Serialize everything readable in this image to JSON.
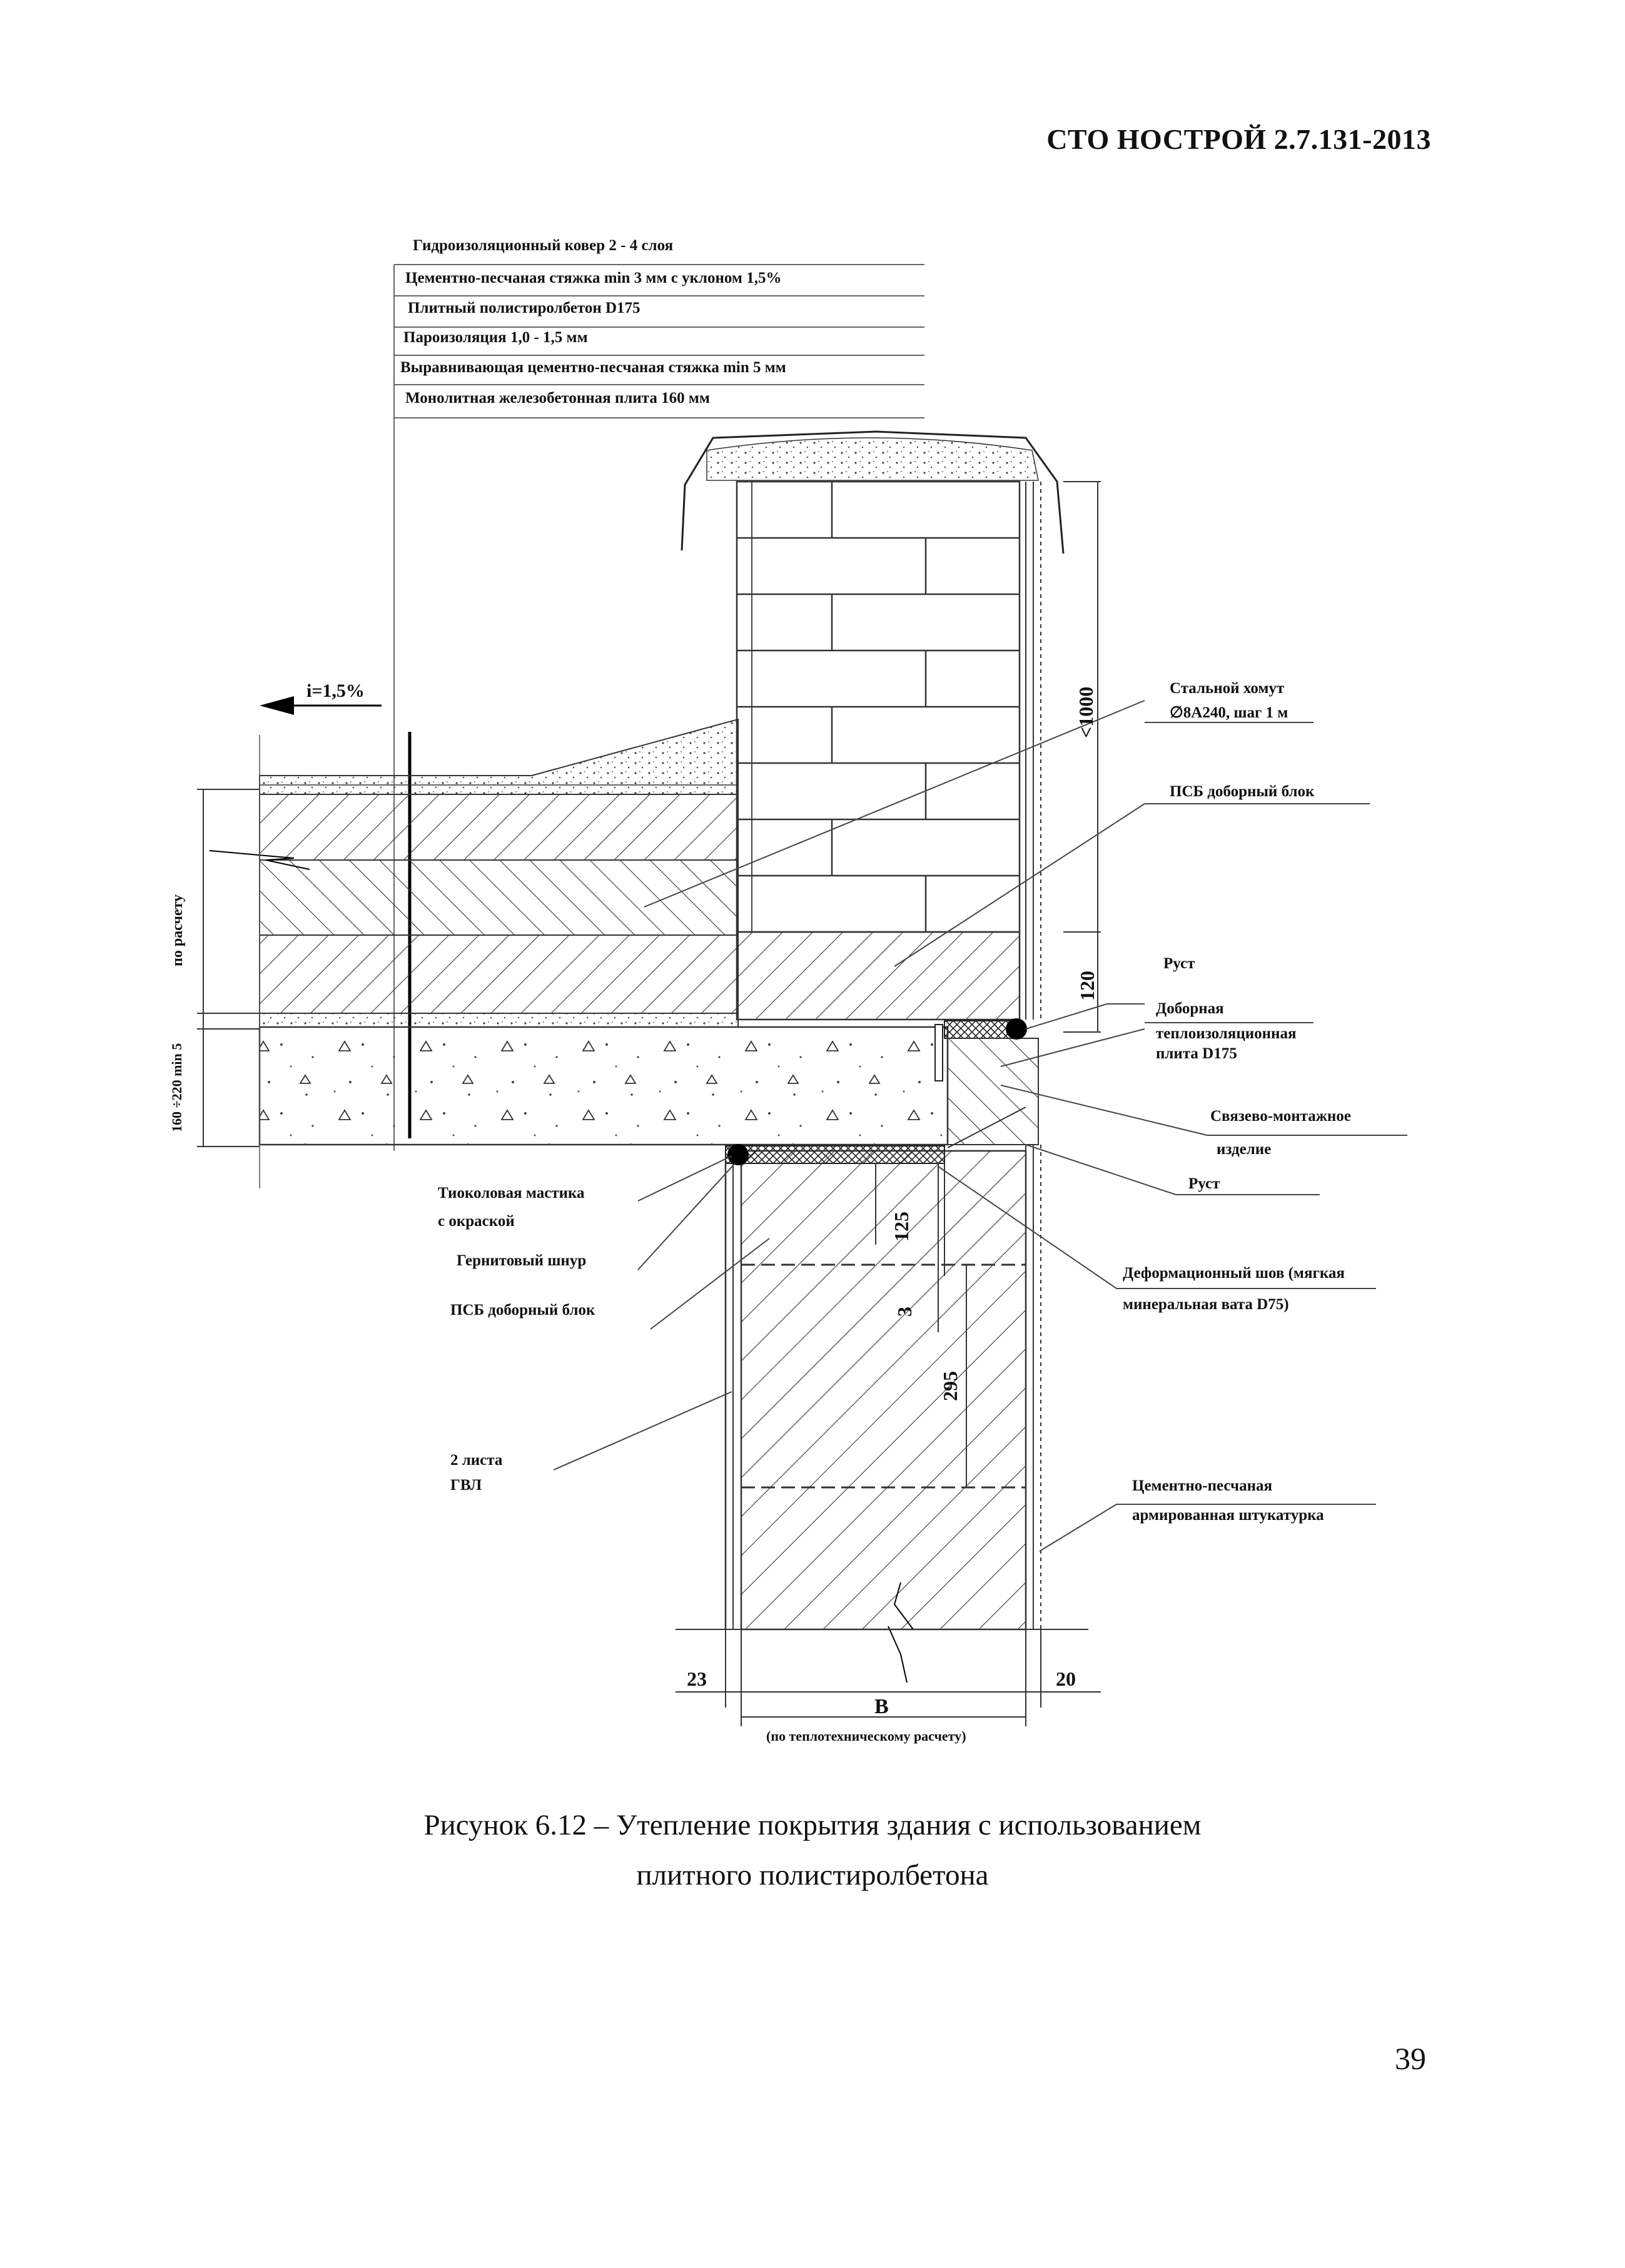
{
  "header": {
    "doc_code": "СТО НОСТРОЙ 2.7.131-2013"
  },
  "layers": [
    "Гидроизоляционный ковер 2 - 4 слоя",
    "Цементно-песчаная стяжка min 3 мм с уклоном 1,5%",
    "Плитный полистиролбетон D175",
    "Пароизоляция 1,0 - 1,5 мм",
    "Выравнивающая цементно-песчаная стяжка min 5 мм",
    "Монолитная железобетонная плита 160 мм"
  ],
  "slope": "i=1,5%",
  "callouts": {
    "steel_clamp_1": "Стальной хомут",
    "steel_clamp_2": "∅8А240, шаг 1 м",
    "psb_block_right": "ПСБ доборный блок",
    "rust_top": "Руст",
    "extra_insul_1": "Доборная",
    "extra_insul_2": "теплоизоляционная",
    "extra_insul_3": "плита D175",
    "connector_1": "Связево-монтажное",
    "connector_2": "изделие",
    "rust_bottom": "Руст",
    "thiokol_1": "Тиоколовая мастика",
    "thiokol_2": "с окраской",
    "gernite": "Гернитовый шнур",
    "psb_block_left": "ПСБ доборный блок",
    "deform_1": "Деформационный шов (мягкая",
    "deform_2": "минеральная вата D75)",
    "gvl_1": "2 листа",
    "gvl_2": "ГВЛ",
    "plaster_1": "Цементно-песчаная",
    "plaster_2": "армированная штукатурка"
  },
  "dimensions": {
    "lt1000": "<1000",
    "d120": "120",
    "d125": "125",
    "d3": "3",
    "d295": "295",
    "d23": "23",
    "d20": "20",
    "b": "B",
    "b_note": "(по теплотехническому расчету)",
    "by_calc": "по расчету",
    "slab_range": "160 ÷220 min 5"
  },
  "caption": {
    "line1": "Рисунок 6.12 – Утепление покрытия здания с использованием",
    "line2": "плитного полистиролбетона"
  },
  "page_number": "39"
}
